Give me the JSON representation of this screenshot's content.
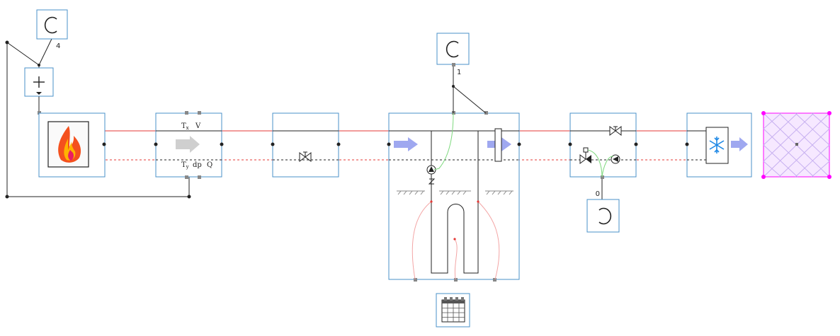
{
  "diagram": {
    "sensor_labels": {
      "tx": "T",
      "tx_sub": "x",
      "v": "V",
      "ty": "T",
      "ty_sub": "y",
      "dp": "dp",
      "q": "Q"
    },
    "controller_numbers": {
      "top_left": "4",
      "top_middle": "1",
      "bottom_right": "0"
    },
    "colors": {
      "box_border": "#4a90c8",
      "supply_pipe": "#e53935",
      "return_pipe": "#e53935",
      "flow_arrow": "#9fa8f0",
      "sensor_arrow": "#cfcfcf",
      "signal_line": "#7ed97e",
      "boundary_marker": "#ff00ff",
      "flame": "#f4511e",
      "snowflake": "#1e88e5"
    },
    "icons": [
      "controller-icon",
      "adder-icon",
      "heat-source-icon",
      "sensor-arrow-icon",
      "valve-icon",
      "pump-icon",
      "check-valve-icon",
      "cooling-icon",
      "calendar-icon",
      "boundary-node-icon"
    ]
  }
}
